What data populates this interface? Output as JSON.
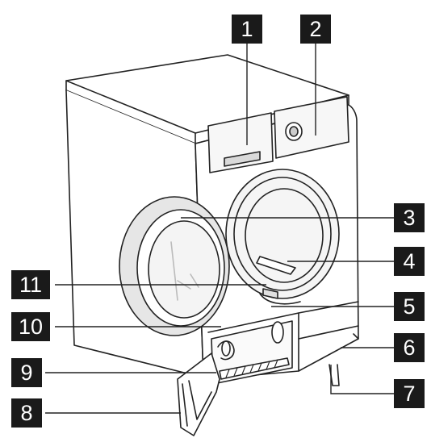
{
  "callouts": [
    {
      "id": "1",
      "label": "1",
      "part": "detergent-drawer"
    },
    {
      "id": "2",
      "label": "2",
      "part": "control-panel"
    },
    {
      "id": "3",
      "label": "3",
      "part": "door"
    },
    {
      "id": "4",
      "label": "4",
      "part": "drum-lifter"
    },
    {
      "id": "5",
      "label": "5",
      "part": "door-seal"
    },
    {
      "id": "6",
      "label": "6",
      "part": "kick-plate"
    },
    {
      "id": "7",
      "label": "7",
      "part": "adjustable-foot"
    },
    {
      "id": "8",
      "label": "8",
      "part": "service-flap"
    },
    {
      "id": "9",
      "label": "9",
      "part": "filter-compartment"
    },
    {
      "id": "10",
      "label": "10",
      "part": "filter-handle"
    },
    {
      "id": "11",
      "label": "11",
      "part": "fluff-filter"
    }
  ],
  "colors": {
    "callout_bg": "#1a1a1a",
    "callout_text": "#ffffff",
    "line": "#222222",
    "fill_light": "#f2f2f2",
    "fill_mid": "#d9d9d9"
  }
}
